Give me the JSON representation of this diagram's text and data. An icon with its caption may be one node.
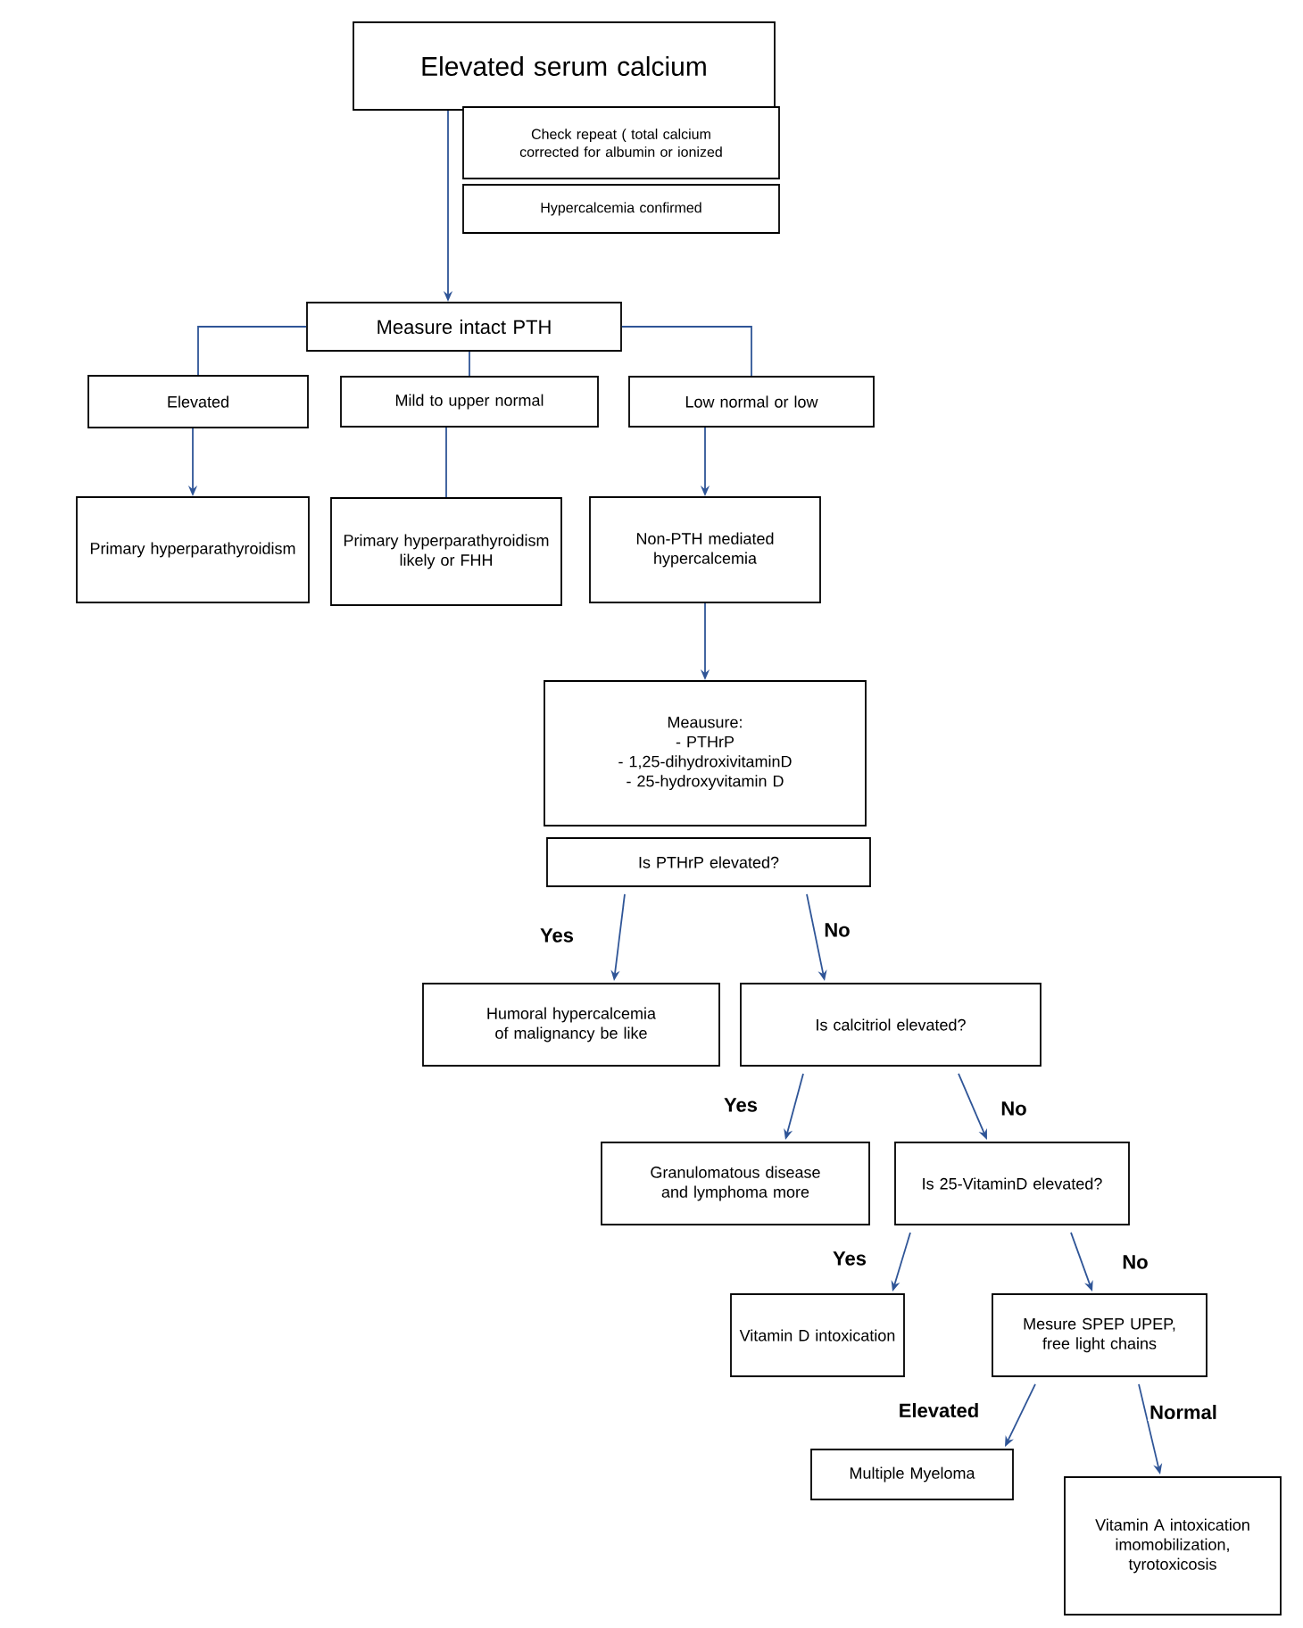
{
  "diagram": {
    "nodes": [
      {
        "text": [
          "Elevated serum calcium"
        ]
      },
      {
        "text": [
          "Check repeat ( total calcium corrected for albumin or ionized"
        ]
      },
      {
        "text": [
          "Hypercalcemia confirmed"
        ]
      },
      {
        "text": [
          "Measure intact PTH"
        ]
      },
      {
        "text": [
          "Elevated"
        ]
      },
      {
        "text": [
          "Mild to upper normal"
        ]
      },
      {
        "text": [
          "Low normal or low"
        ]
      },
      {
        "text": [
          "Primary hyperparathyroidism"
        ]
      },
      {
        "text": [
          "Primary hyperparathyroidism likely or FHH"
        ]
      },
      {
        "text": [
          "Non-PTH mediated hypercalcemia"
        ]
      },
      {
        "text": [
          "Meausure:",
          "- PTHrP",
          "- 1,25-dihydroxivitaminD",
          "- 25-hydroxyvitamin D"
        ]
      },
      {
        "text": [
          "Is PTHrP elevated?"
        ]
      },
      {
        "text": [
          "Humoral hypercalcemia of malignancy be like"
        ]
      },
      {
        "text": [
          "Is calcitriol elevated?"
        ]
      },
      {
        "text": [
          "Granulomatous disease and lymphoma more"
        ]
      },
      {
        "text": [
          "Is 25-VitaminD elevated?"
        ]
      },
      {
        "text": [
          "Vitamin D intoxication"
        ]
      },
      {
        "text": [
          "Mesure SPEP UPEP, free light chains"
        ]
      },
      {
        "text": [
          "Multiple Myeloma"
        ]
      },
      {
        "text": [
          "Vitamin A intoxication imomobilization, tyrotoxicosis"
        ]
      }
    ],
    "edges": [
      {
        "from": 0,
        "to": 3,
        "arrow": "to"
      },
      {
        "from": 3,
        "to": 4,
        "arrow": "none"
      },
      {
        "from": 3,
        "to": 5,
        "arrow": "none"
      },
      {
        "from": 3,
        "to": 6,
        "arrow": "none"
      },
      {
        "from": 4,
        "to": 7,
        "arrow": "to"
      },
      {
        "from": 5,
        "to": 8,
        "arrow": "none"
      },
      {
        "from": 6,
        "to": 9,
        "arrow": "to"
      },
      {
        "from": 9,
        "to": 10,
        "arrow": "to"
      },
      {
        "from": 11,
        "to": 12,
        "arrow": "to",
        "label": "Yes"
      },
      {
        "from": 11,
        "to": 13,
        "arrow": "to",
        "label": "No"
      },
      {
        "from": 13,
        "to": 14,
        "arrow": "to",
        "label": "Yes"
      },
      {
        "from": 13,
        "to": 15,
        "arrow": "to",
        "label": "No"
      },
      {
        "from": 15,
        "to": 16,
        "arrow": "to",
        "label": "Yes"
      },
      {
        "from": 15,
        "to": 17,
        "arrow": "to",
        "label": "No"
      },
      {
        "from": 17,
        "to": 18,
        "arrow": "to",
        "label": "Elevated"
      },
      {
        "from": 17,
        "to": 19,
        "arrow": "to",
        "label": "Normal"
      }
    ]
  }
}
